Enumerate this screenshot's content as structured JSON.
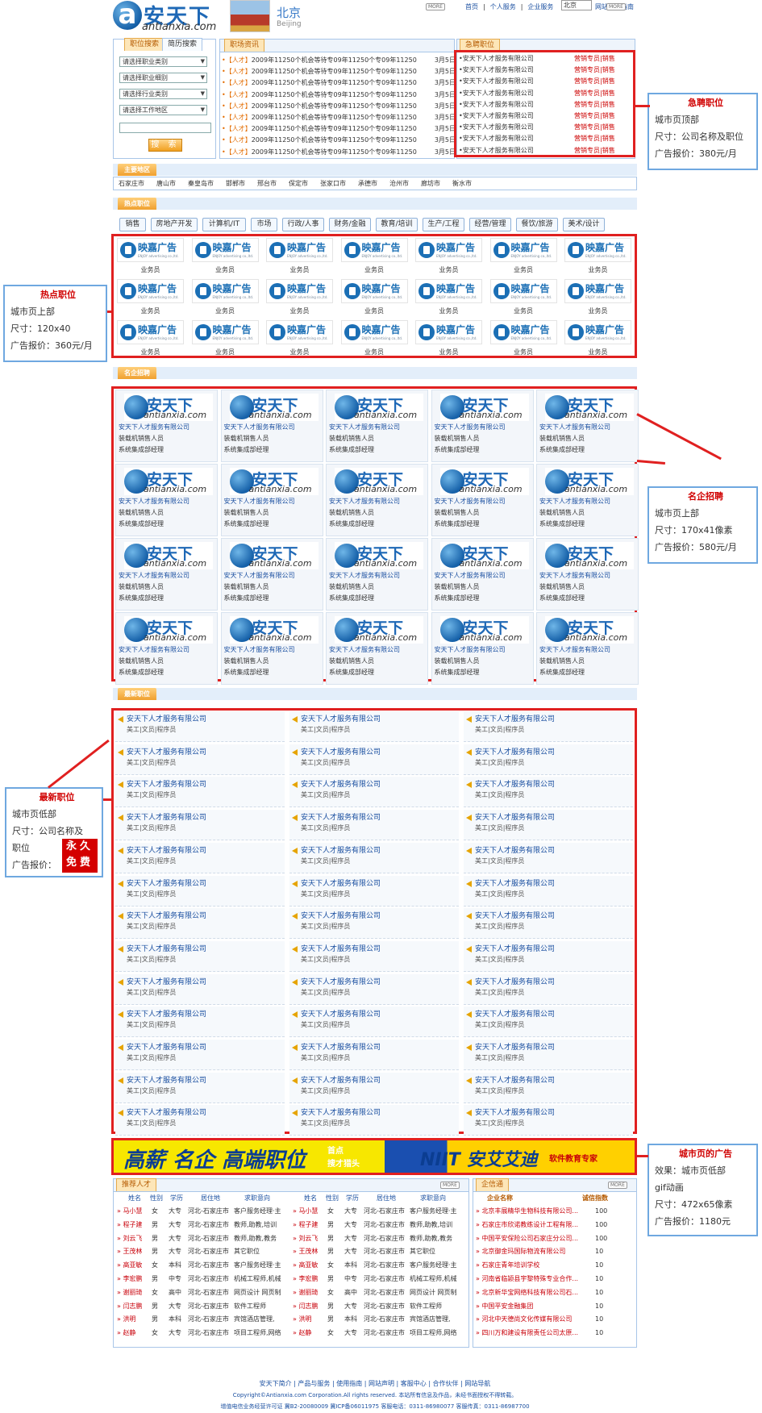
{
  "header": {
    "logo_cn": "安天下",
    "logo_en": "antianxia.com",
    "logo_mark": "a",
    "city_cn": "北京",
    "city_en": "Beijing",
    "nav": [
      "首页",
      "个人服务",
      "企业服务"
    ],
    "nav_sep": "|",
    "city_select": "北京",
    "guide": "网站使用指南"
  },
  "search": {
    "tabs": [
      "职位搜索",
      "简历搜索"
    ],
    "selects": [
      "请选择职业类别",
      "请选择职业细别",
      "请选择行业类别",
      "请选择工作地区"
    ],
    "button": "搜 索"
  },
  "news": {
    "tab": "职场资讯",
    "more": "MORE",
    "rows": [
      {
        "tag": "•【人才】",
        "text": "2009年11250个机会等待专09年11250个专09年11250",
        "date": "3月5日"
      },
      {
        "tag": "•【人才】",
        "text": "2009年11250个机会等待专09年11250个专09年11250",
        "date": "3月5日"
      },
      {
        "tag": "•【人才】",
        "text": "2009年11250个机会等待专09年11250个专09年11250",
        "date": "3月5日"
      },
      {
        "tag": "•【人才】",
        "text": "2009年11250个机会等待专09年11250个专09年11250",
        "date": "3月5日"
      },
      {
        "tag": "•【人才】",
        "text": "2009年11250个机会等待专09年11250个专09年11250",
        "date": "3月5日"
      },
      {
        "tag": "•【人才】",
        "text": "2009年11250个机会等待专09年11250个专09年11250",
        "date": "3月5日"
      },
      {
        "tag": "•【人才】",
        "text": "2009年11250个机会等待专09年11250个专09年11250",
        "date": "3月5日"
      },
      {
        "tag": "•【人才】",
        "text": "2009年11250个机会等待专09年11250个专09年11250",
        "date": "3月5日"
      },
      {
        "tag": "•【人才】",
        "text": "2009年11250个机会等待专09年11250个专09年11250",
        "date": "3月5日"
      }
    ]
  },
  "urgent": {
    "tab": "急聘职位",
    "more": "MORE",
    "company": "•安天下人才服务有限公司",
    "jobs": "营销专员|销售",
    "count": 9
  },
  "regions": {
    "label": "主要地区",
    "items": [
      "石家庄市",
      "唐山市",
      "秦皇岛市",
      "邯郸市",
      "邢台市",
      "保定市",
      "张家口市",
      "承德市",
      "沧州市",
      "廊坊市",
      "衡水市"
    ]
  },
  "hot": {
    "label": "热点职位",
    "categories": [
      "销售",
      "房地产开发",
      "计算机/IT",
      "市场",
      "行政/人事",
      "财务/金融",
      "教育/培训",
      "生产/工程",
      "经营/管理",
      "餐饮/旅游",
      "美术/设计"
    ],
    "ad_text": "映嘉广告",
    "ad_sub": "ENJOY advertising co.,ltd.",
    "ad_caption": "业务员"
  },
  "famous": {
    "label": "名企招聘",
    "logo_cn": "安天下",
    "logo_en": "antianxia.com",
    "company": "安天下人才服务有限公司",
    "job1": "装载机销售人员",
    "job2": "系统集成部经理"
  },
  "newest": {
    "label": "最新职位",
    "company": "安天下人才服务有限公司",
    "jobs": "美工|文员|程序员"
  },
  "banner": {
    "slogan": "高薪 名企 高端职位",
    "tag1": "首点",
    "tag2": "搜才猎头",
    "brand": "NIIT 安艾艾迪",
    "sub": "软件教育专家"
  },
  "talent": {
    "tab": "推荐人才",
    "more": "MORE",
    "headers": [
      "姓名",
      "性别",
      "学历",
      "居住地",
      "求职意向"
    ],
    "rows": [
      {
        "name": "» 马小慧",
        "sex": "女",
        "edu": "大专",
        "loc": "河北-石家庄市",
        "job": "客户服务经理·主"
      },
      {
        "name": "» 程子建",
        "sex": "男",
        "edu": "大专",
        "loc": "河北-石家庄市",
        "job": "教师,助教,培训"
      },
      {
        "name": "» 刘云飞",
        "sex": "男",
        "edu": "大专",
        "loc": "河北-石家庄市",
        "job": "教师,助教,教务"
      },
      {
        "name": "» 王茂林",
        "sex": "男",
        "edu": "大专",
        "loc": "河北-石家庄市",
        "job": "其它职位"
      },
      {
        "name": "» 高亚敏",
        "sex": "女",
        "edu": "本科",
        "loc": "河北-石家庄市",
        "job": "客户服务经理·主"
      },
      {
        "name": "» 李宏鹏",
        "sex": "男",
        "edu": "中专",
        "loc": "河北-石家庄市",
        "job": "机械工程师,机械"
      },
      {
        "name": "» 谢丽琦",
        "sex": "女",
        "edu": "高中",
        "loc": "河北-石家庄市",
        "job": "网页设计 网页制"
      },
      {
        "name": "» 闫志鹏",
        "sex": "男",
        "edu": "大专",
        "loc": "河北-石家庄市",
        "job": "软件工程师"
      },
      {
        "name": "» 洪明",
        "sex": "男",
        "edu": "本科",
        "loc": "河北-石家庄市",
        "job": "宾馆酒店管理,"
      },
      {
        "name": "» 赵静",
        "sex": "女",
        "edu": "大专",
        "loc": "河北-石家庄市",
        "job": "项目工程师,网络"
      }
    ]
  },
  "enterprise": {
    "tab": "企信通",
    "more": "MORE",
    "headers": [
      "企业名称",
      "诚信指数"
    ],
    "rows": [
      {
        "name": "» 北京丰展精华生物科技有限公司...",
        "idx": "100"
      },
      {
        "name": "» 石家庄市欣诺教练设计工程有限...",
        "idx": "100"
      },
      {
        "name": "» 中国平安保险公司石家庄分公司...",
        "idx": "100"
      },
      {
        "name": "» 北京御金玛国际物流有限公司",
        "idx": "10"
      },
      {
        "name": "» 石家庄青年培训学校",
        "idx": "10"
      },
      {
        "name": "» 河南省临颍县宇黎特殊专业合作...",
        "idx": "10"
      },
      {
        "name": "» 北京新华宝网络科技有限公司石...",
        "idx": "10"
      },
      {
        "name": "» 中国平安金融集团",
        "idx": "10"
      },
      {
        "name": "» 河北中天德尚文化传媒有限公司",
        "idx": "10"
      },
      {
        "name": "» 四川万和建设有限责任公司太原...",
        "idx": "10"
      }
    ]
  },
  "footer": {
    "links": "安天下简介 | 产品与服务 | 使用指南 | 网站声明 | 客服中心 | 合作伙伴 | 网站导航",
    "copyright": "Copyright©Antianxia.com Corporation.All rights reserved. 本站所有信息及作品，未经书面授权不得转载。",
    "icp": "增值电信业务经营许可证 冀B2-20080009  冀ICP备06011975  客服电话：0311-86980077  客服传真：0311-86987700"
  },
  "notes": {
    "urgent": {
      "title": "急聘职位",
      "lines": [
        "城市页顶部",
        "尺寸：公司名称及职位",
        "广告报价：380元/月"
      ]
    },
    "hot": {
      "title": "热点职位",
      "lines": [
        "城市页上部",
        "尺寸：120x40",
        "广告报价：360元/月"
      ]
    },
    "famous": {
      "title": "名企招聘",
      "lines": [
        "城市页上部",
        "尺寸：170x41像素",
        "广告报价：580元/月"
      ]
    },
    "newest": {
      "title": "最新职位",
      "lines": [
        "城市页低部",
        "尺寸：公司名称及",
        "职位",
        "广告报价："
      ],
      "badge": "永久免费"
    },
    "banner": {
      "title": "城市页的广告",
      "lines": [
        "效果：城市页低部",
        "gif动画",
        "尺寸：472x65像素",
        "广告报价：1180元"
      ]
    }
  },
  "colors": {
    "accent": "#1e68b6",
    "highlight": "#e02020",
    "label_orange": "#f0a030"
  }
}
